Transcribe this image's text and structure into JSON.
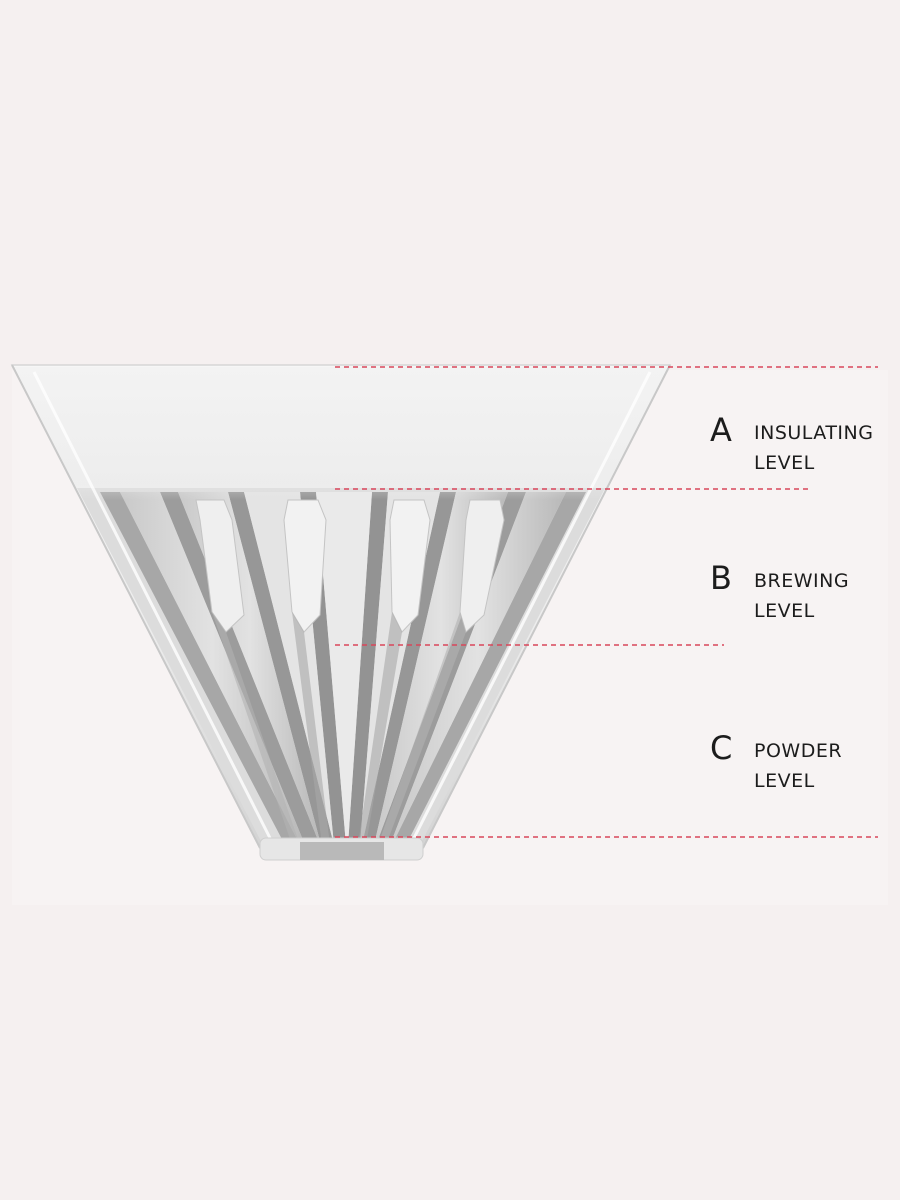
{
  "levels": [
    {
      "letter": "A",
      "line1": "INSULATING",
      "line2": "LEVEL"
    },
    {
      "letter": "B",
      "line1": "BREWING",
      "line2": "LEVEL"
    },
    {
      "letter": "C",
      "line1": "POWDER",
      "line2": "LEVEL"
    }
  ],
  "colors": {
    "background": "#f5f0f0",
    "guide_line": "#d9465a",
    "text": "#1c1c1c",
    "dripper_body": "#eeeeee",
    "rib_light": "#d4d4d4",
    "rib_dark": "#9a9a9a"
  }
}
